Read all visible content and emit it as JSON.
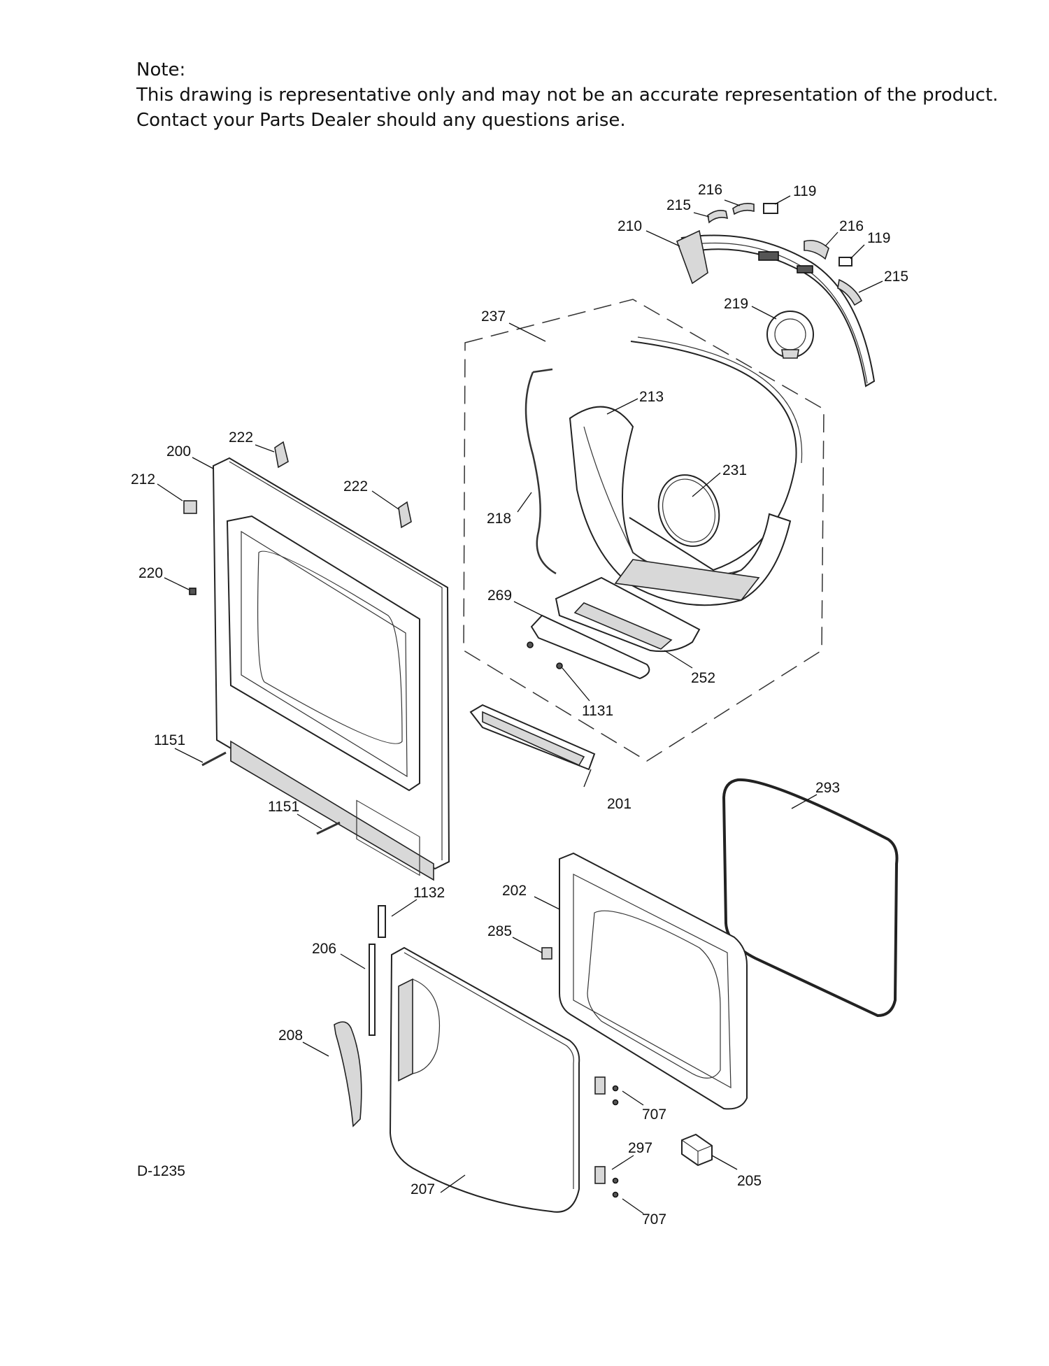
{
  "note": {
    "heading": "Note:",
    "line1": "This drawing is representative only and may not be an accurate representation of the product.",
    "line2": "Contact your Parts Dealer should any questions arise."
  },
  "drawing_code": "D-1235",
  "parts": [
    {
      "id": "p216a",
      "label": "216"
    },
    {
      "id": "p119a",
      "label": "119"
    },
    {
      "id": "p215a",
      "label": "215"
    },
    {
      "id": "p210",
      "label": "210"
    },
    {
      "id": "p216b",
      "label": "216"
    },
    {
      "id": "p119b",
      "label": "119"
    },
    {
      "id": "p215b",
      "label": "215"
    },
    {
      "id": "p219",
      "label": "219"
    },
    {
      "id": "p237",
      "label": "237"
    },
    {
      "id": "p213",
      "label": "213"
    },
    {
      "id": "p231",
      "label": "231"
    },
    {
      "id": "p222a",
      "label": "222"
    },
    {
      "id": "p200",
      "label": "200"
    },
    {
      "id": "p212",
      "label": "212"
    },
    {
      "id": "p222b",
      "label": "222"
    },
    {
      "id": "p218",
      "label": "218"
    },
    {
      "id": "p220",
      "label": "220"
    },
    {
      "id": "p269",
      "label": "269"
    },
    {
      "id": "p252",
      "label": "252"
    },
    {
      "id": "p1131",
      "label": "1131"
    },
    {
      "id": "p1151a",
      "label": "1151"
    },
    {
      "id": "p201",
      "label": "201"
    },
    {
      "id": "p293",
      "label": "293"
    },
    {
      "id": "p1151b",
      "label": "1151"
    },
    {
      "id": "p1132",
      "label": "1132"
    },
    {
      "id": "p202",
      "label": "202"
    },
    {
      "id": "p285",
      "label": "285"
    },
    {
      "id": "p206",
      "label": "206"
    },
    {
      "id": "p208",
      "label": "208"
    },
    {
      "id": "p707a",
      "label": "707"
    },
    {
      "id": "p297",
      "label": "297"
    },
    {
      "id": "p205",
      "label": "205"
    },
    {
      "id": "p207",
      "label": "207"
    },
    {
      "id": "p707b",
      "label": "707"
    }
  ]
}
